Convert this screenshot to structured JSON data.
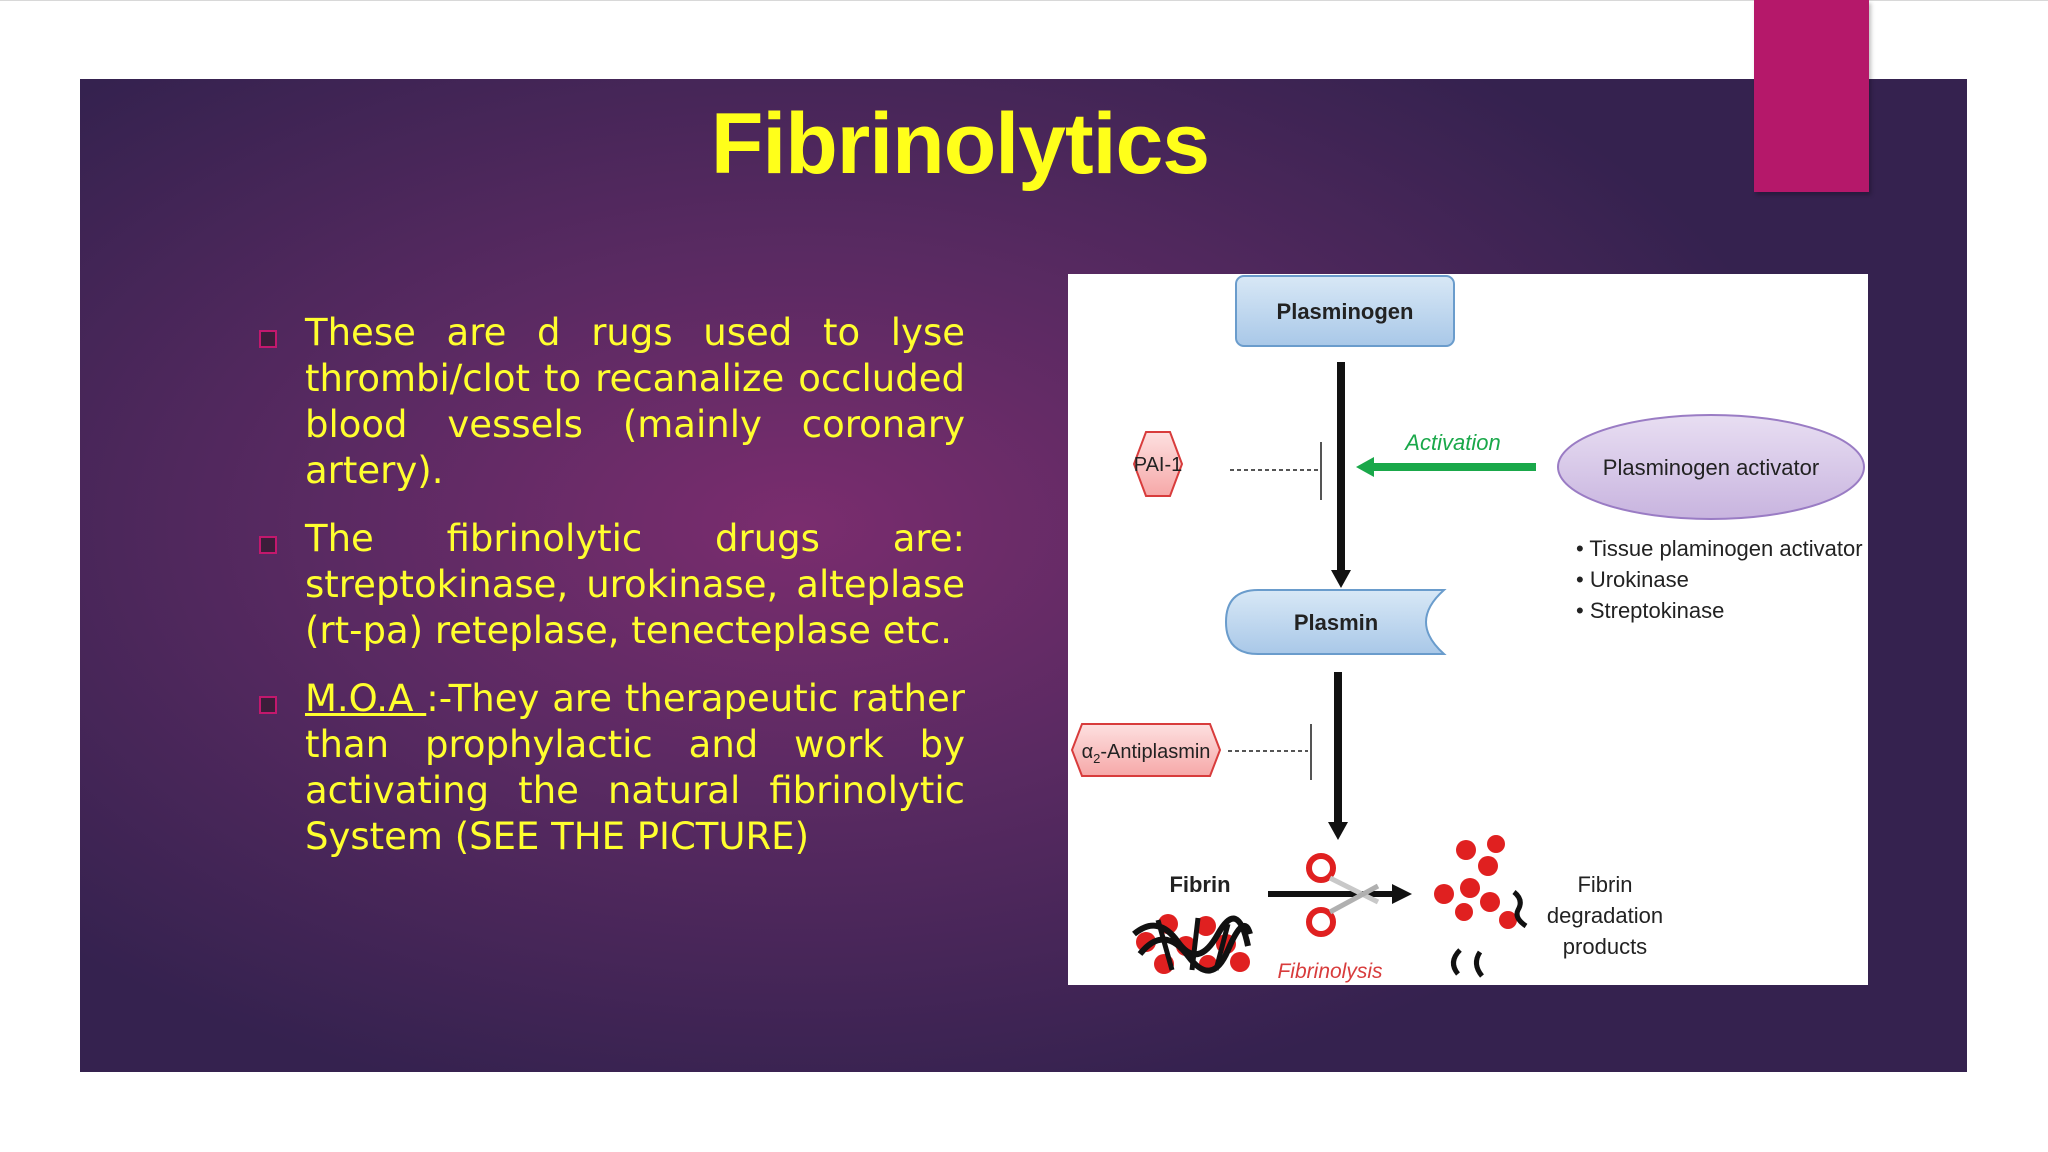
{
  "slide": {
    "title": "Fibrinolytics",
    "bullets": [
      {
        "text": "These are d rugs used to lyse thrombi/clot to recanalize occluded blood vessels (mainly coronary artery)."
      },
      {
        "text": "The fibrinolytic drugs are: streptokinase, urokinase, alteplase (rt-pa) reteplase, tenecteplase etc."
      },
      {
        "label": "M.O.A ",
        "text": ":-They are therapeutic rather than prophylactic and work by activating the natural fibrinolytic System (SEE THE PICTURE)"
      }
    ]
  },
  "diagram": {
    "plasminogen": "Plasminogen",
    "plasmin": "Plasmin",
    "pai1": "PAI-1",
    "activation": "Activation",
    "activator": "Plasminogen activator",
    "activator_list": [
      "Tissue plaminogen activator",
      "Urokinase",
      "Streptokinase"
    ],
    "antiplasmin_alpha": "α",
    "antiplasmin_sub": "2",
    "antiplasmin_rest": "-Antiplasmin",
    "fibrin": "Fibrin",
    "fibrinolysis": "Fibrinolysis",
    "products_lines": [
      "Fibrin",
      "degradation",
      "products"
    ]
  },
  "colors": {
    "title": "#ffff1a",
    "bullet_text": "#ffff2e",
    "accent": "#b5186a",
    "activation_green": "#1aa84a",
    "blood_red": "#e02020"
  }
}
